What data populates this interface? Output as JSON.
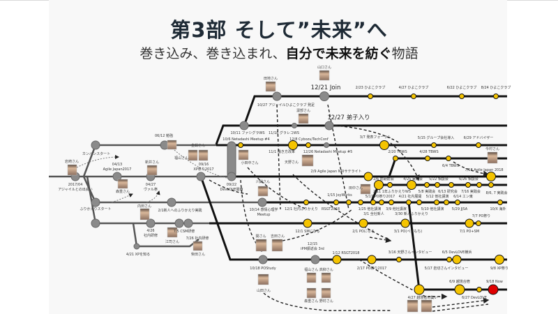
{
  "slide": {
    "title": "第3部 そして”未来”へ",
    "subtitle_plain": "巻き込み、巻き込まれ、",
    "subtitle_bold": "自分で未来を紡ぐ",
    "subtitle_end": "物語"
  },
  "colors": {
    "event_done": "#f5c400",
    "past_node": "#8a8a8a",
    "now": "#e00000",
    "line": "#111111"
  },
  "people": [
    "山口さん",
    "田地さん",
    "濵部さん",
    "小田中さん",
    "天野さん",
    "今村さん",
    "田中さん",
    "川鍋さん",
    "関さん",
    "吉田さん",
    "山田さん",
    "福山さん 高柳さん",
    "森重さん 野村さん",
    "岩崎さん",
    "森重さん",
    "新井さん",
    "金鍋さん",
    "福山さん",
    "内田さん",
    "江司さん",
    "柴田さん"
  ],
  "events": {
    "join": "12/21 Join",
    "deshi": "12/27 弟子入り",
    "hiyoko": [
      "2/23 ひよこクラブ",
      "4/27 ひよこクラブ",
      "6/22 ひよこクラブ",
      "8/24 ひよこクラブ"
    ],
    "hiyoko_start": "10/27 アジャイルひよこクラブ 発足",
    "line_b": [
      "10/11 ファシグラWS",
      "11/18 グラレコWS"
    ],
    "line_c": [
      "10/6 Netadashi Meetup #4",
      "12/8 Cybozu/TechConf",
      "11/1 働き方改革",
      "12/26 Netadashi Meetup #5",
      "3/7 発表フォーラム",
      "5/15 グループ会社導入",
      "6/29 アドバイザー"
    ],
    "line_d": [
      "2/20 TBWS",
      "4/28 TBWS",
      "6/4 TBWS"
    ],
    "main": [
      "2/9 Agile Japan NRIサテライト",
      "7/18 Agile Japan 2018"
    ],
    "line_f_top": [
      "2/6 前期前会",
      "4/25 実践会",
      "5/22 相談会",
      "6/26 相談会"
    ],
    "line_f_bottom": [
      "2/11 1年ふりかえりWS",
      "5/8 実践会",
      "6/13 研究会",
      "7/16 実践会",
      "8/6, 7 実践会"
    ],
    "line_f_bottom2": [
      "5/17 PO祭り2017",
      "4/21 社内展開",
      "5/12 他社講演",
      "6/14 エン東"
    ],
    "line_g": [
      "12/1 社内ふりかえり",
      "RSGT2018",
      "1/25 他社講演",
      "3/9 他社講演",
      "5/10 他社講演",
      "5/29 JJSA",
      "10/X 海外",
      "1/15 JoyWorks",
      "3/1 全社新人",
      "3/30 新人ふりかえり",
      "10/14 感情心理学",
      "Meetup"
    ],
    "line_po": [
      "12/1 SMになる",
      "2/1 POになる",
      "3/1 PO(ペアもち)",
      "7/1 PO+SM",
      "7/7 PO祭り"
    ],
    "line_study": [
      "10/18 POStudy",
      "12/15",
      "iPM振返会 3rd",
      "1/12 RSGT2018",
      "2/17 PO祭り2017",
      "3/16 天野さんインタビュー",
      "5/17 岩切さんインタビュー",
      "6/5 DevLOVE横浜",
      "9/8 XP祭り"
    ],
    "line_now": [
      "6/9 越境合宿",
      "9/18 Now",
      "4/27 越境者の集い",
      "6/27 DevLOVE"
    ],
    "left": [
      "2017/04",
      "アジャイルとの出会い",
      "カンバンスタート",
      "04/13",
      "Agile Japan2017",
      "04/27",
      "ヴァル祭",
      "06/12 勉強",
      "09/16",
      "XP祭り2017",
      "09/22",
      "DevLOVE関西",
      "ふりかえりスタート",
      "2/1新人へのふりかえり実践",
      "4/26",
      "社内研修",
      "7/5 CSM研修",
      "7/26 社内研修",
      "4/21 XPを知る"
    ]
  }
}
